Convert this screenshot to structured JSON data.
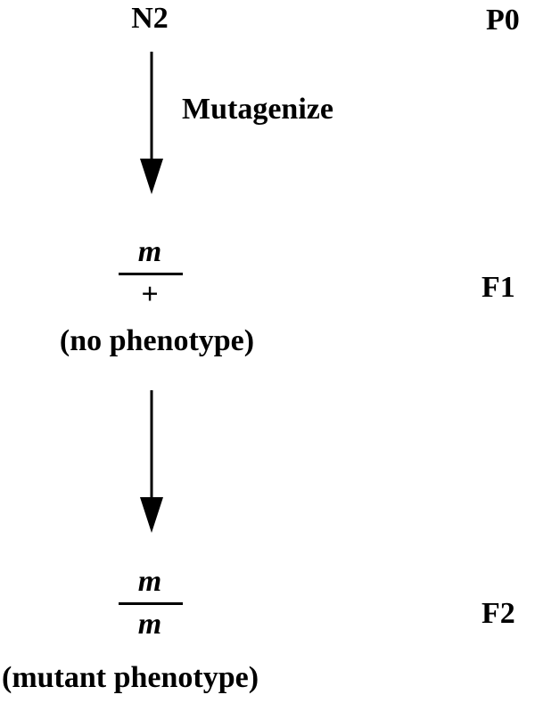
{
  "diagram": {
    "source_strain": "N2",
    "step_label": "Mutagenize",
    "generations": {
      "p0": "P0",
      "f1": "F1",
      "f2": "F2"
    },
    "f1_genotype": {
      "top": "m",
      "bottom": "+",
      "phenotype": "(no phenotype)"
    },
    "f2_genotype": {
      "top": "m",
      "bottom": "m",
      "phenotype": "(mutant phenotype)"
    }
  }
}
